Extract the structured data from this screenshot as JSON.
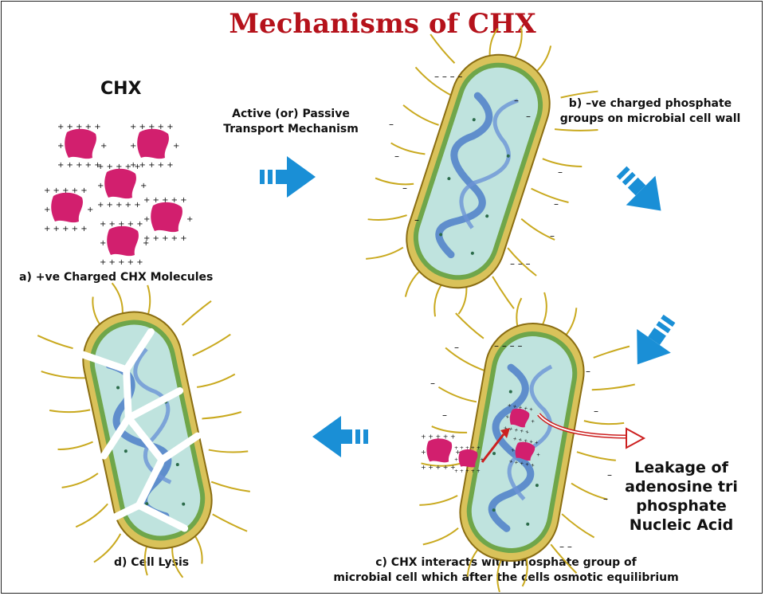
{
  "title": "Mechanisms of CHX",
  "chx_label": "CHX",
  "transport_line1": "Active (or) Passive",
  "transport_line2": "Transport Mechanism",
  "step_a": "a) +ve Charged CHX Molecules",
  "step_b_line1": "b) –ve charged phosphate",
  "step_b_line2": "groups on microbial cell wall",
  "leak_line1": "Leakage of",
  "leak_line2": "adenosine tri",
  "leak_line3": "phosphate",
  "leak_line4": "Nucleic Acid",
  "step_c_line1": "c) CHX interacts with phosphate group of",
  "step_c_line2": "microbial cell which after the cells osmotic equilibrium",
  "step_d": "d) Cell Lysis",
  "colors": {
    "title": "#b5121b",
    "arrow": "#1a8fd6",
    "molecule": "#d21f6e",
    "membrane": "#d9c25a",
    "cytoplasm": "#bfe3de",
    "dna": "#4d7fc9",
    "leak_arrow": "#cc1f1f"
  }
}
